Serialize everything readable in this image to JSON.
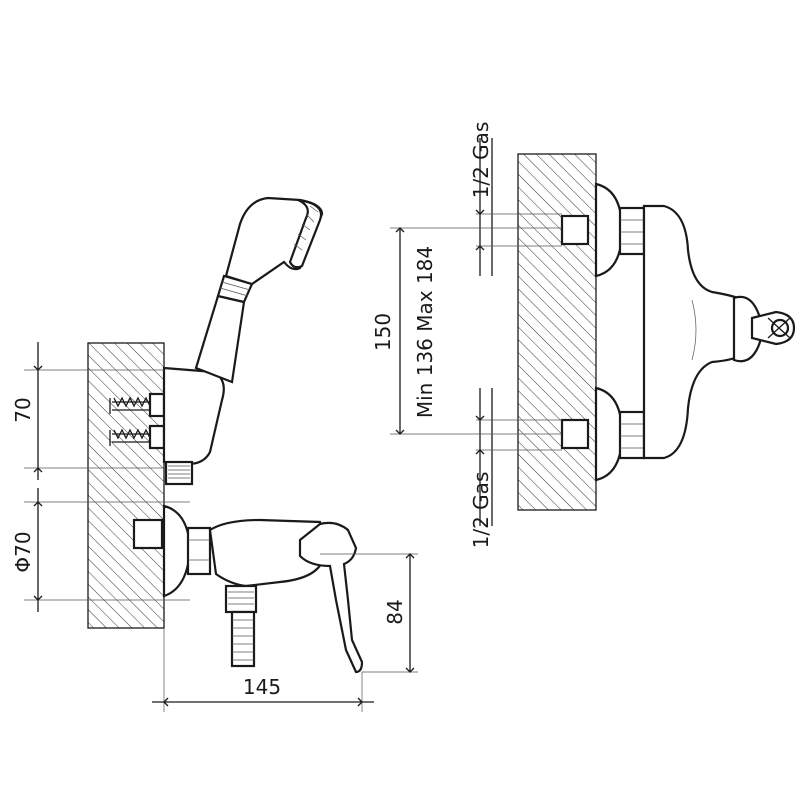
{
  "dimensions": {
    "height_70": "70",
    "diameter_70": "Φ70",
    "depth_84": "84",
    "length_145": "145",
    "centers_150": "150",
    "centers_range": "Min 136  Max 184",
    "thread_top": "1/2 Gas",
    "thread_bottom": "1/2 Gas"
  }
}
